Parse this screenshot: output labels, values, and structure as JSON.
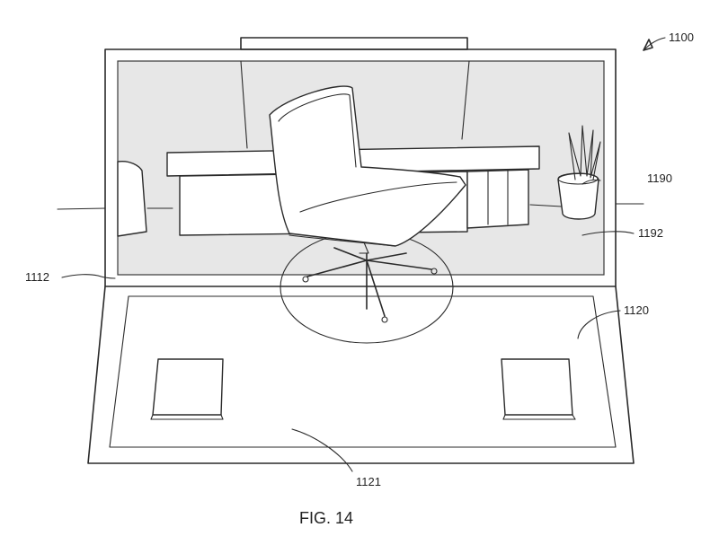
{
  "figure": {
    "ref_main": "1100",
    "ref_screen": "1112",
    "ref_image": "1190",
    "ref_projection": "1192",
    "ref_base": "1120",
    "ref_surface": "1121",
    "caption": "FIG. 14"
  }
}
